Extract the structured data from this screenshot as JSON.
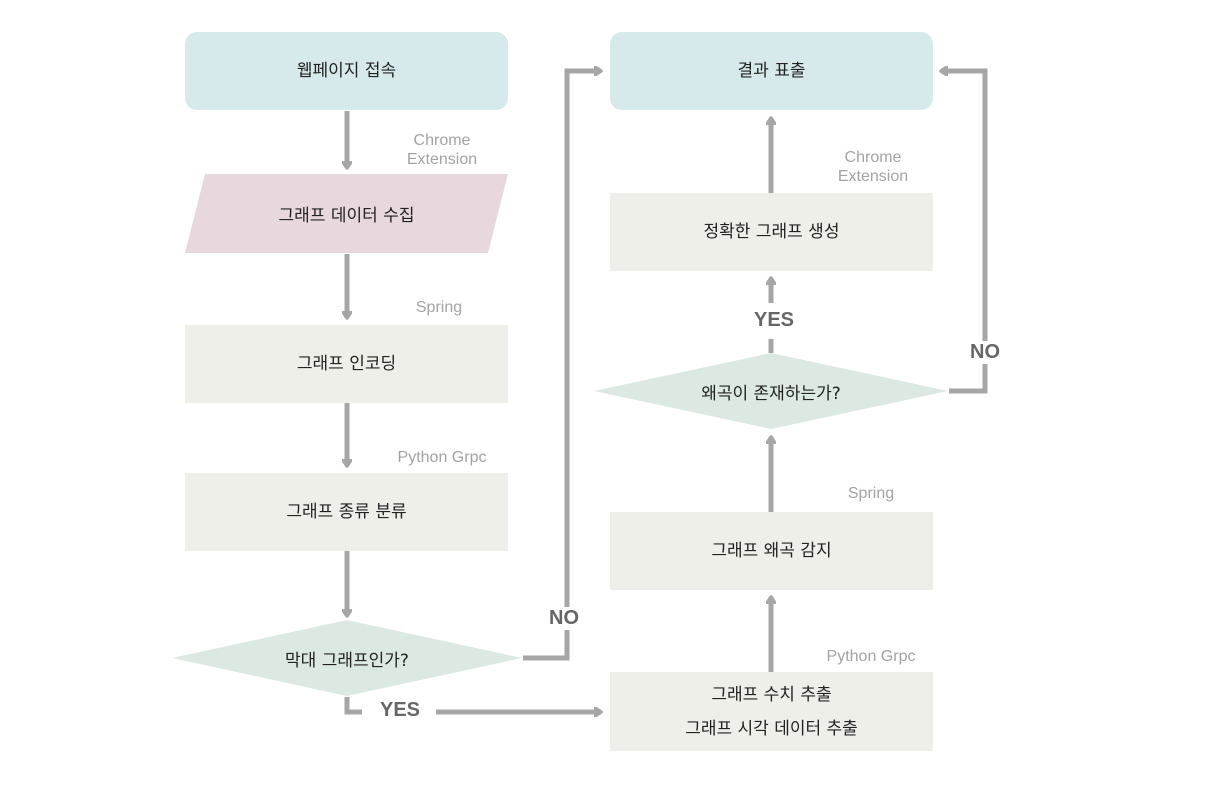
{
  "nodes": {
    "web_access": "웹페이지 접속",
    "collect": "그래프 데이터 수집",
    "encode": "그래프 인코딩",
    "classify": "그래프 종류 분류",
    "is_bar": "막대 그래프인가?",
    "result": "결과 표출",
    "generate": "정확한 그래프 생성",
    "has_distortion": "왜곡이 존재하는가?",
    "detect": "그래프 왜곡 감지",
    "extract_values": "그래프 수치 추출",
    "extract_visual": "그래프 시각 데이터 추출"
  },
  "tech_labels": {
    "left_chrome_1": "Chrome",
    "left_chrome_2": "Extension",
    "left_spring": "Spring",
    "left_python": "Python Grpc",
    "right_chrome_1": "Chrome",
    "right_chrome_2": "Extension",
    "right_spring": "Spring",
    "right_python": "Python Grpc"
  },
  "branches": {
    "is_bar_no": "NO",
    "is_bar_yes": "YES",
    "distortion_yes": "YES",
    "distortion_no": "NO"
  },
  "colors": {
    "terminal": "#d6eaeb",
    "input": "#e8d7dc",
    "process": "#efefe9",
    "decision": "#dce9e2",
    "arrow": "#a6a6a6",
    "tech_label": "#a3a3a3",
    "branch_label": "#666666"
  }
}
